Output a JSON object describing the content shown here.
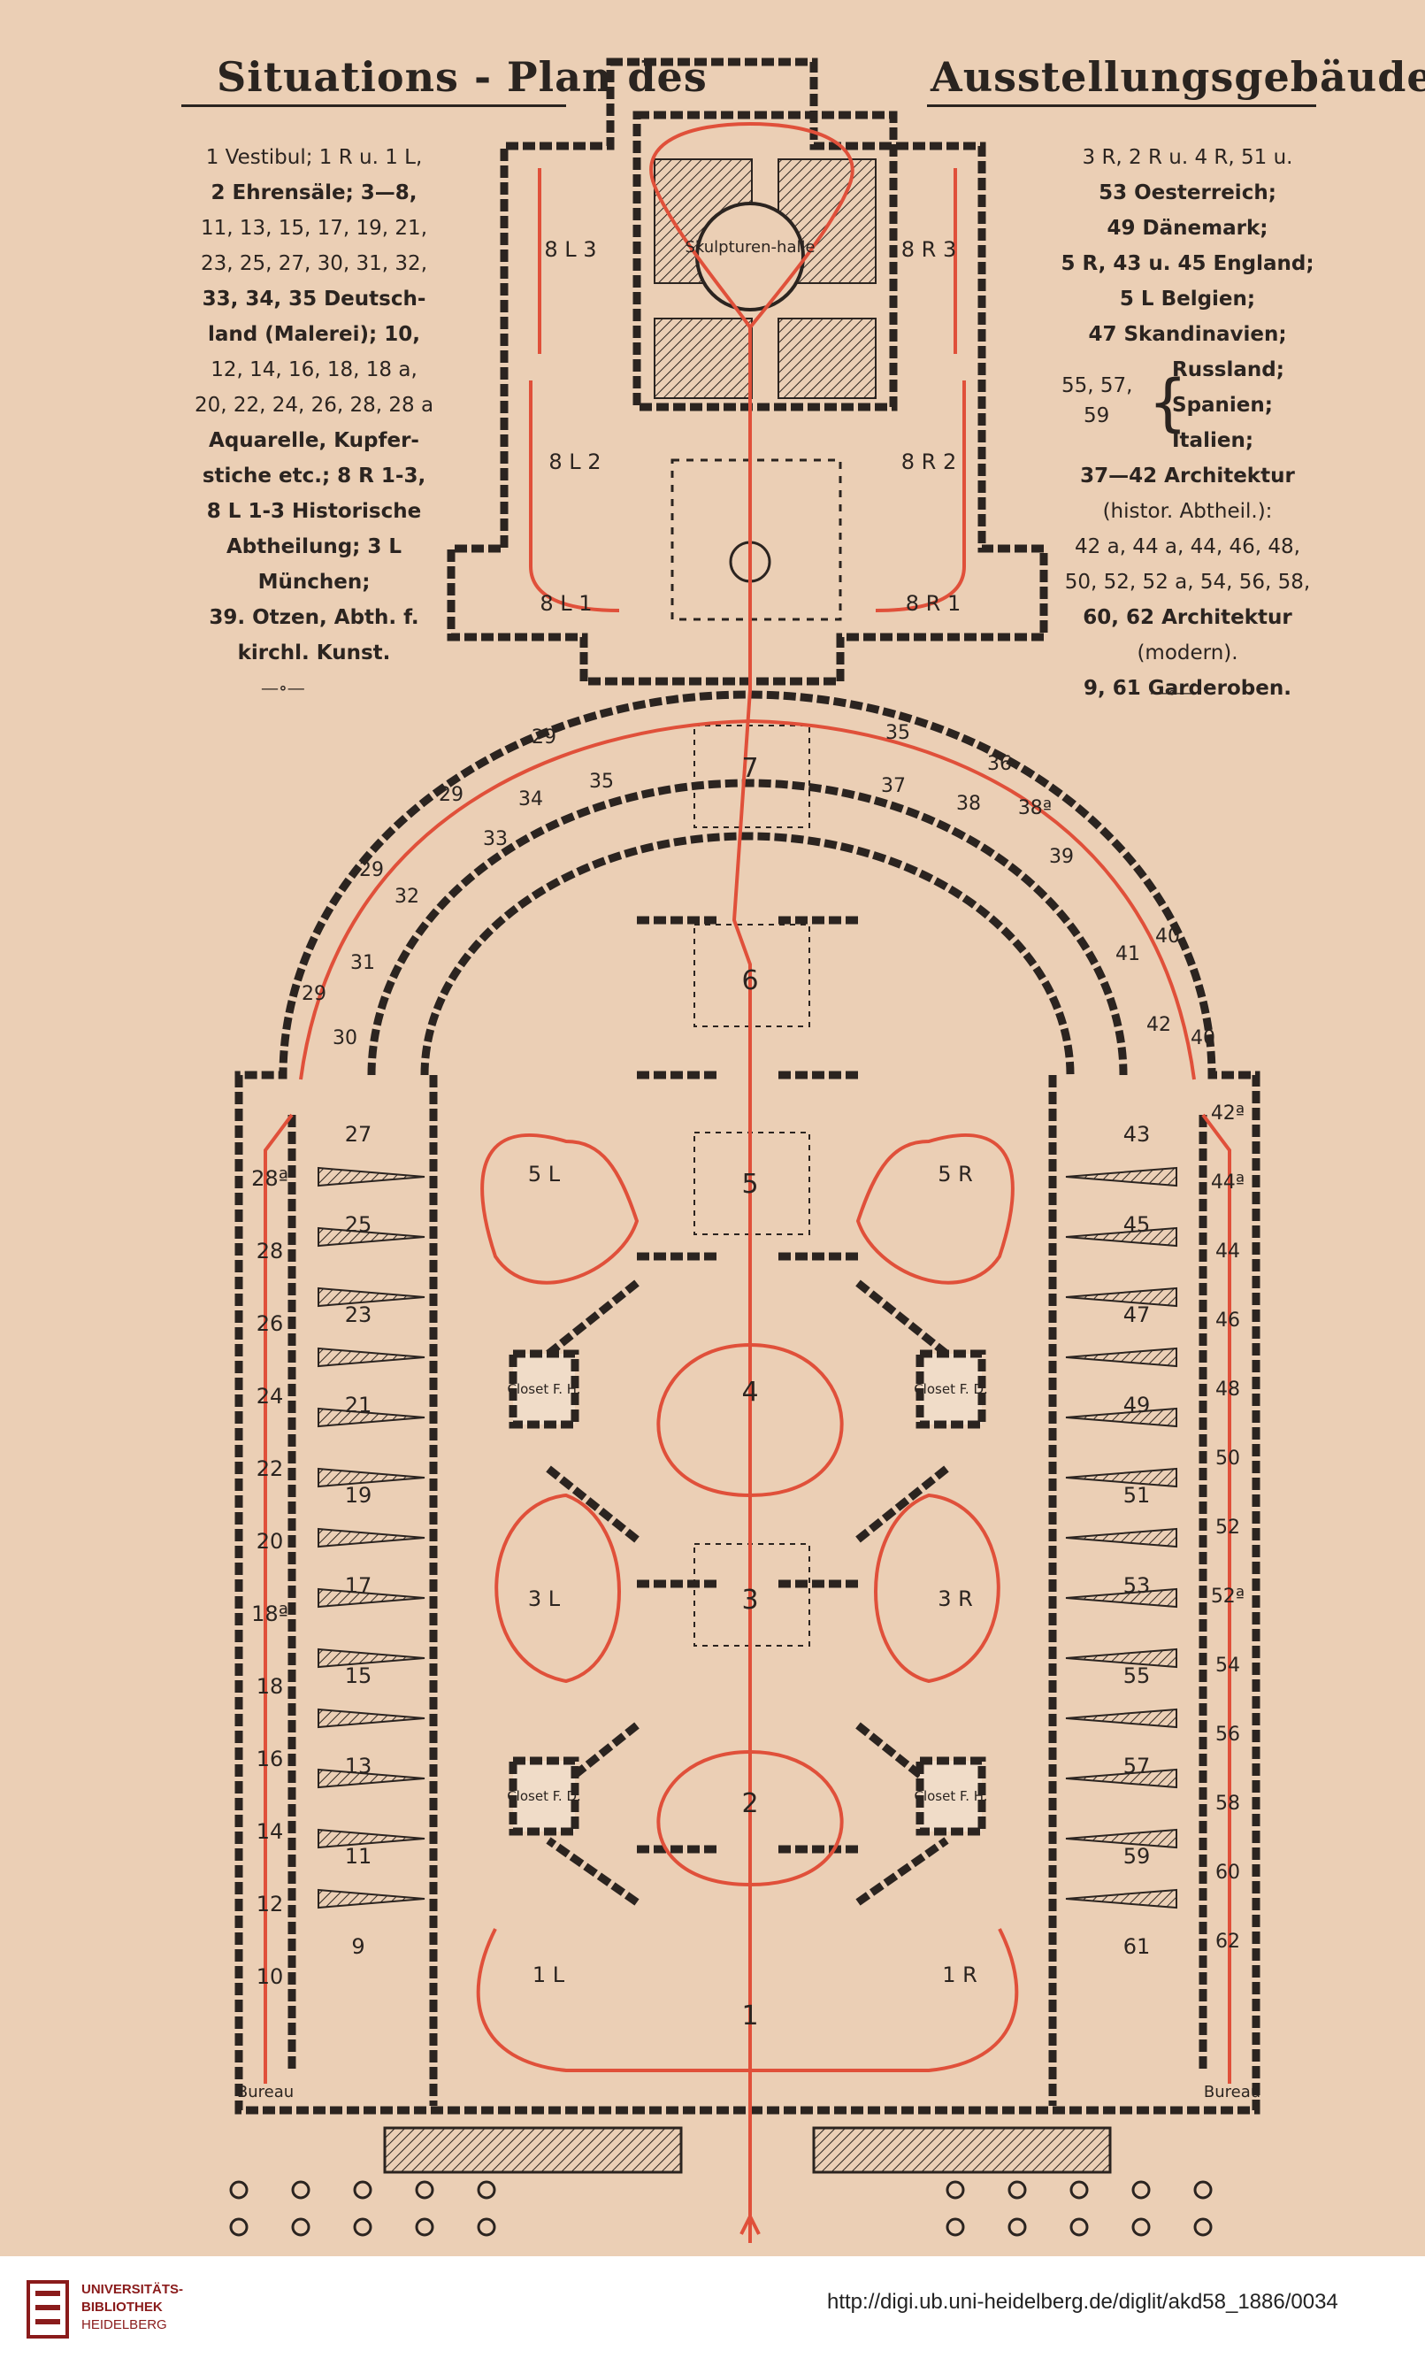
{
  "title": {
    "left": "Situations - Plan des",
    "right": "Ausstellungsgebäudes."
  },
  "legend_left": [
    "1 Vestibul; 1 R u. 1 L,",
    "2 Ehrensäle; 3—8,",
    "11, 13, 15, 17, 19, 21,",
    "23, 25, 27, 30, 31, 32,",
    "33, 34, 35 Deutsch-",
    "land (Malerei); 10,",
    "12, 14, 16, 18, 18 a,",
    "20, 22, 24, 26, 28, 28 a",
    "Aquarelle, Kupfer-",
    "stiche etc.; 8 R 1-3,",
    "8 L 1-3 Historische",
    "Abtheilung; 3 L",
    "München;",
    "39. Otzen, Abth. f.",
    "kirchl. Kunst."
  ],
  "legend_right": [
    "3 R, 2 R u. 4 R, 51 u.",
    "53 Oesterreich;",
    "49 Dänemark;",
    "5 R, 43 u. 45 England;",
    "5 L Belgien;",
    "47 Skandinavien;",
    "Russland;",
    "55, 57,",
    "Spanien;",
    "59",
    "Italien;",
    "37—42 Architektur",
    "(histor. Abtheil.):",
    "42 a, 44 a, 44, 46, 48,",
    "50, 52, 52 a, 54, 56, 58,",
    "60, 62 Architektur",
    "(modern).",
    "9, 61 Garderoben."
  ],
  "plan": {
    "central_rooms": [
      "1",
      "2",
      "3",
      "4",
      "5",
      "6",
      "7"
    ],
    "paired_rooms": [
      "1 L",
      "1 R",
      "3 L",
      "3 R",
      "5 L",
      "5 R",
      "8 L 1",
      "8 R 1",
      "8 L 2",
      "8 R 2",
      "8 L 3",
      "8 R 3"
    ],
    "sculpture_hall": "Skulpturen-halle",
    "closets": [
      "Closet F. H.",
      "Closet F. D.",
      "Closet F. D.",
      "Closet F. H."
    ],
    "bureau_left": "Bureau",
    "bureau_right": "Bureau",
    "left_cabinets": [
      "28ª",
      "28",
      "26",
      "24",
      "22",
      "20",
      "18ª",
      "18",
      "16",
      "14",
      "12",
      "10"
    ],
    "left_galleries": [
      "27",
      "25",
      "23",
      "21",
      "19",
      "17",
      "15",
      "13",
      "11",
      "9"
    ],
    "right_galleries": [
      "43",
      "45",
      "47",
      "49",
      "51",
      "53",
      "55",
      "57",
      "59",
      "61"
    ],
    "right_cabinets": [
      "42ª",
      "44ª",
      "44",
      "46",
      "48",
      "50",
      "52",
      "52ª",
      "54",
      "56",
      "58",
      "60",
      "62"
    ],
    "arc_left": [
      "29",
      "29",
      "33",
      "34",
      "35",
      "29",
      "32",
      "31",
      "29",
      "30"
    ],
    "arc_right": [
      "35",
      "36",
      "37",
      "38",
      "38ª",
      "39",
      "41",
      "40",
      "42",
      "40"
    ]
  },
  "footer": {
    "logo_line1": "UNIVERSITÄTS-",
    "logo_line2": "BIBLIOTHEK",
    "logo_line3": "HEIDELBERG",
    "url": "http://digi.ub.uni-heidelberg.de/diglit/akd58_1886/0034"
  },
  "colors": {
    "paper": "#ebcfb5",
    "wall": "#2b2420",
    "route": "#e0503a",
    "brand": "#8a1b1b"
  }
}
